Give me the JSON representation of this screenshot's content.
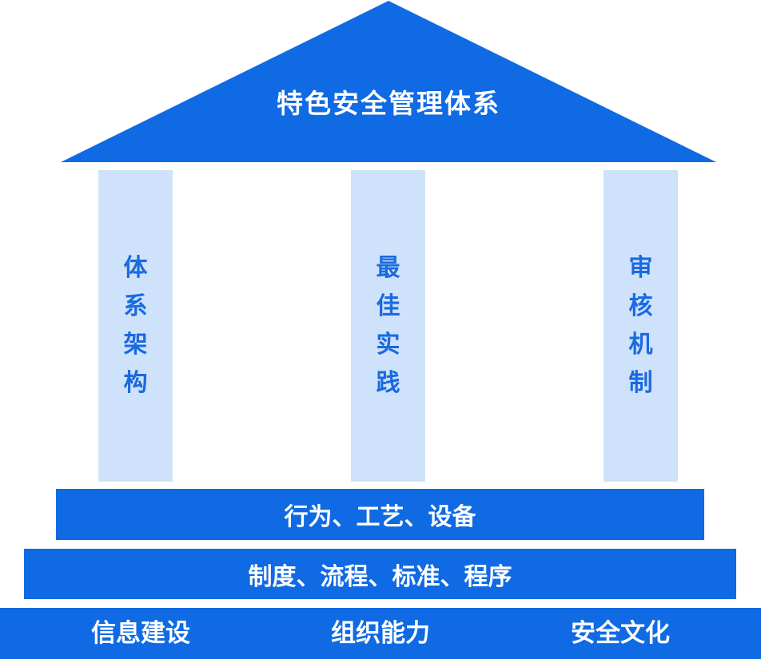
{
  "colors": {
    "primary_blue": "#0f6ae3",
    "pillar_fill": "#cfe2fb",
    "pillar_text": "#1a6ae0",
    "band_text": "#ffffff"
  },
  "roof": {
    "title": "特色安全管理体系"
  },
  "pillars": [
    {
      "label": "体系架构"
    },
    {
      "label": "最佳实践"
    },
    {
      "label": "审核机制"
    }
  ],
  "bands": {
    "upper": "行为、工艺、设备",
    "middle": "制度、流程、标准、程序"
  },
  "foundation": {
    "items": [
      "信息建设",
      "组织能力",
      "安全文化"
    ]
  }
}
